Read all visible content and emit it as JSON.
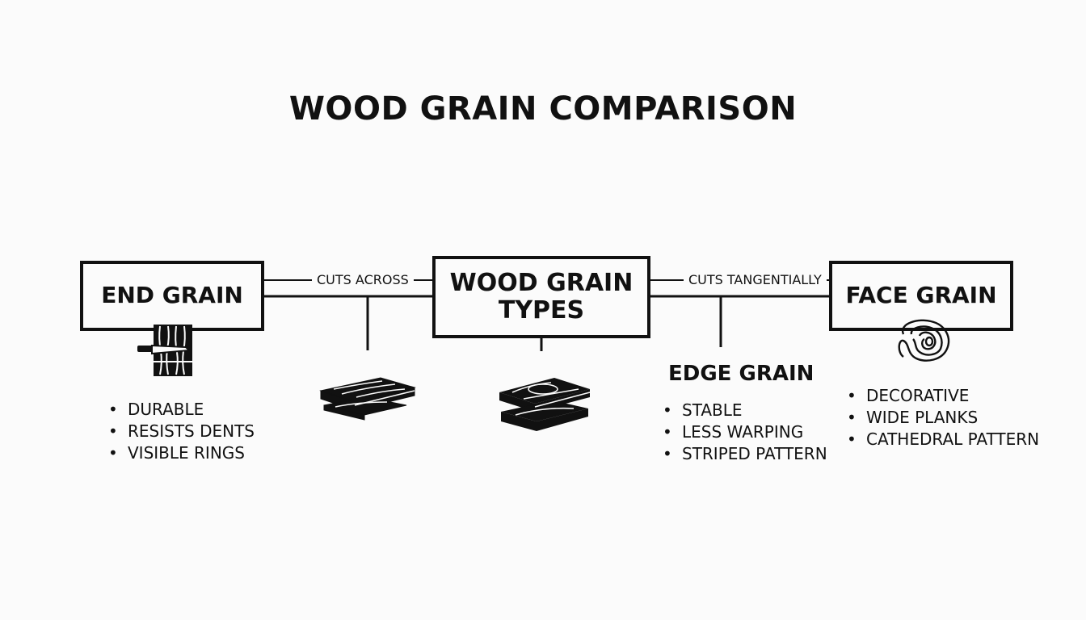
{
  "title": "WOOD GRAIN COMPARISON",
  "center": {
    "label_line1": "WOOD GRAIN",
    "label_line2": "TYPES"
  },
  "end_grain": {
    "label": "END GRAIN",
    "connector": "CUTS ACROSS",
    "bullets": [
      "DURABLE",
      "RESISTS DENTS",
      "VISIBLE RINGS"
    ]
  },
  "edge_grain": {
    "label": "EDGE GRAIN",
    "bullets": [
      "STABLE",
      "LESS WARPING",
      "STRIPED PATTERN"
    ]
  },
  "face_grain": {
    "label": "FACE GRAIN",
    "connector": "CUTS TANGENTIALLY",
    "bullets": [
      "DECORATIVE",
      "WIDE PLANKS",
      "CATHEDRAL PATTERN"
    ]
  },
  "icons": [
    "end-grain-block-knife-icon",
    "stacked-planks-icon",
    "stacked-planks-icon",
    "wood-grain-swirl-icon"
  ]
}
